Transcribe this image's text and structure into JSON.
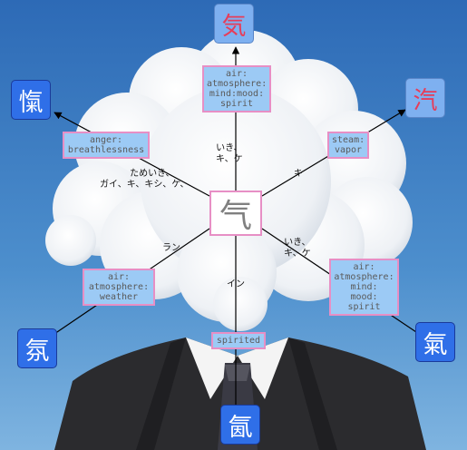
{
  "center_kanji": "气",
  "nodes": {
    "top": {
      "kanji": "気",
      "meanings": [
        "air:",
        "atmosphere:",
        "mind:mood:",
        "spirit"
      ],
      "reading": [
        "いき、",
        "キ、ケ"
      ]
    },
    "top_right": {
      "kanji": "汽",
      "meanings": [
        "steam:",
        "vapor"
      ],
      "reading": [
        "キ"
      ]
    },
    "right": {
      "kanji": "氣",
      "meanings": [
        "air:",
        "atmosphere:",
        "mind:",
        "mood:",
        "spirit"
      ],
      "reading": [
        "いき、",
        "キ、ケ"
      ]
    },
    "bottom": {
      "kanji": "氤",
      "meanings": [
        "spirited"
      ],
      "reading": [
        "イン"
      ]
    },
    "bottom_left": {
      "kanji": "氛",
      "meanings": [
        "air:",
        "atmosphere:",
        "weather"
      ],
      "reading": [
        "ラン"
      ]
    },
    "top_left": {
      "kanji": "愾",
      "meanings": [
        "anger:",
        "breathlessness"
      ],
      "reading": [
        "ためいき、",
        "ガイ、キ、キシ、ケ、"
      ]
    }
  },
  "colors": {
    "tile_blue": "#2f6fe8",
    "tile_light": "#7eb0f0",
    "tile_red_text": "#e63d5a",
    "box_fill": "#9ccaf5",
    "box_border": "#e78fc5",
    "sky": "#3f7fc0"
  }
}
